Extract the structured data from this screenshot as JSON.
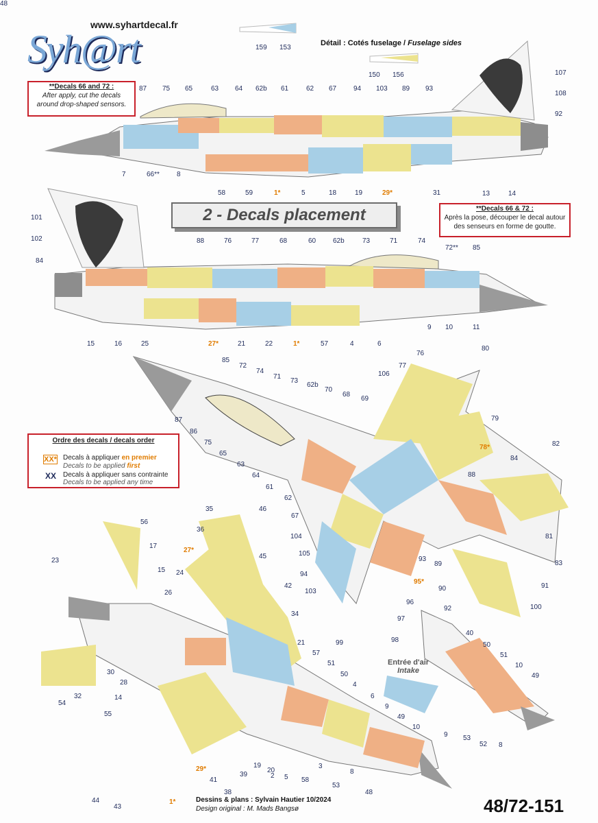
{
  "header": {
    "url": "www.syhartdecal.fr",
    "logo_text": "Syh@rt",
    "detail_fr": "Détail : Cotés fuselage /",
    "detail_en": "Fuselage sides"
  },
  "note_en": {
    "title": "**Decals 66 and 72 :",
    "line1": "After apply, cut the decals",
    "line2": "around drop-shaped sensors."
  },
  "note_fr": {
    "title": "**Decals 66 & 72 :",
    "line1": "Après la pose, découper le decal autour",
    "line2": "des senseurs en forme de goutte."
  },
  "section_title": "2 - Decals placement",
  "order": {
    "title": "Ordre des decals / decals order",
    "first_tag": "XX*",
    "first_fr_a": "Decals à appliquer ",
    "first_fr_b": "en premier",
    "first_en_a": "Decals to be applied ",
    "first_en_b": "first",
    "any_tag": "XX",
    "any_fr": "Decals à appliquer sans contrainte",
    "any_en": "Decals to be applied any time"
  },
  "intake": {
    "fr": "Entrée d'air",
    "en": "Intake"
  },
  "credits": {
    "line1": "Dessins & plans : Sylvain Hautier 10/2024",
    "line2": "Design original : M. Mads Bangsø"
  },
  "reference": "48/72-151",
  "colors": {
    "yellow": "#ece38f",
    "blue": "#a7cfe6",
    "orange": "#efb085",
    "grey": "#9a9a9a",
    "red": "#c8202a",
    "navy": "#1e2a5a",
    "star": "#e07c00"
  },
  "labels": [
    "159",
    "153",
    "150",
    "156",
    "87",
    "75",
    "65",
    "63",
    "64",
    "62b",
    "61",
    "62",
    "67",
    "94",
    "103",
    "89",
    "93",
    "107",
    "108",
    "92",
    "7",
    "66**",
    "8",
    "58",
    "59",
    "1*",
    "5",
    "18",
    "19",
    "29*",
    "31",
    "13",
    "14",
    "101",
    "102",
    "84",
    "88",
    "76",
    "77",
    "68",
    "60",
    "62b",
    "73",
    "71",
    "74",
    "72**",
    "85",
    "15",
    "16",
    "25",
    "27*",
    "21",
    "22",
    "1*",
    "57",
    "4",
    "6",
    "9",
    "10",
    "11",
    "85",
    "72",
    "74",
    "71",
    "73",
    "62b",
    "70",
    "68",
    "69",
    "106",
    "77",
    "76",
    "80",
    "87",
    "86",
    "75",
    "65",
    "79",
    "78*",
    "82",
    "63",
    "64",
    "61",
    "84",
    "88",
    "62",
    "67",
    "104",
    "105",
    "94",
    "103",
    "93",
    "89",
    "95*",
    "90",
    "91",
    "83",
    "81",
    "96",
    "92",
    "97",
    "100",
    "98",
    "99",
    "56",
    "35",
    "46",
    "17",
    "36",
    "27*",
    "45",
    "23",
    "15",
    "24",
    "42",
    "26",
    "34",
    "21",
    "57",
    "51",
    "50",
    "4",
    "6",
    "9",
    "49",
    "10",
    "3",
    "53",
    "8",
    "48",
    "30",
    "28",
    "14",
    "32",
    "54",
    "55",
    "29*",
    "41",
    "38",
    "39",
    "19",
    "20",
    "5",
    "58",
    "2",
    "1*",
    "43",
    "44",
    "40",
    "50",
    "51",
    "10",
    "49",
    "9",
    "53",
    "52",
    "8",
    "48"
  ]
}
